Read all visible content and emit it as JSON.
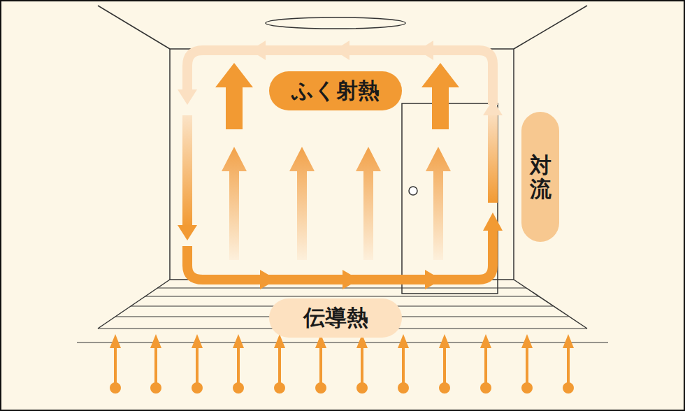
{
  "diagram": {
    "nodes": [
      {
        "text": [
          "ふく射熱"
        ]
      },
      {
        "text": [
          "対流"
        ]
      },
      {
        "text": [
          "伝導熱"
        ]
      }
    ]
  }
}
